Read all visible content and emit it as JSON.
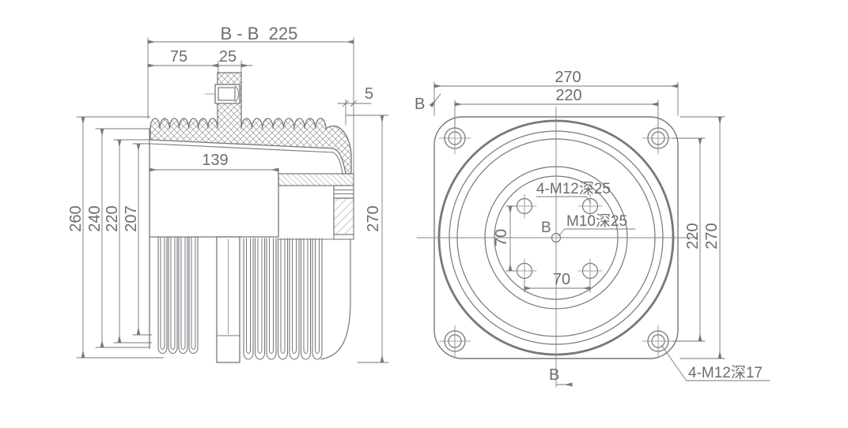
{
  "drawing": {
    "type": "technical-drawing",
    "left_view": {
      "title": "B - B",
      "dim_overall_width": "225",
      "dim_stem_offset": "75",
      "dim_stem_width": "25",
      "dim_wall": "5",
      "dim_cavity_width": "139",
      "dim_height_260": "260",
      "dim_height_240": "240",
      "dim_height_220": "220",
      "dim_height_207": "207",
      "dim_height_270": "270"
    },
    "right_view": {
      "dim_flange_width": "270",
      "dim_hole_span_top": "220",
      "dim_hole_span_right": "220",
      "dim_flange_height": "270",
      "dim_bolt_span_v": "70",
      "dim_bolt_span_h": "70",
      "label_inner_holes": "4-M12深25",
      "label_center_hole": "M10深25",
      "label_corner_holes": "4-M12深17",
      "marker_section_top": "B",
      "marker_section_bottom": "B",
      "marker_center": "B"
    },
    "colors": {
      "line": "#77777f",
      "text": "#6c6c74",
      "background": "#ffffff"
    }
  }
}
